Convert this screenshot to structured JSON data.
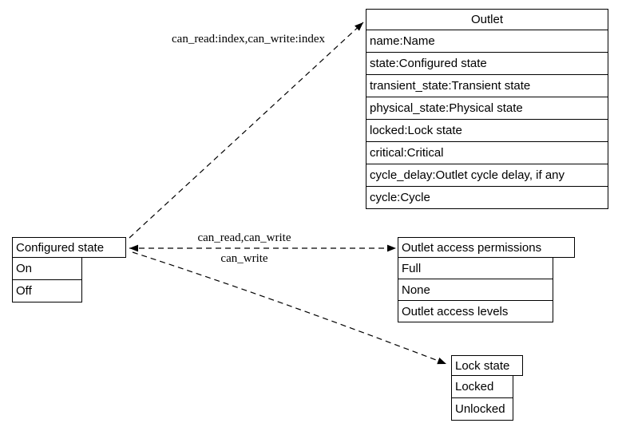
{
  "diagram": {
    "colors": {
      "background": "#ffffff",
      "line": "#000000",
      "text": "#000000"
    },
    "nodes": {
      "outlet": {
        "title": "Outlet",
        "rows": [
          "name:Name",
          "state:Configured state",
          "transient_state:Transient state",
          "physical_state:Physical state",
          "locked:Lock state",
          "critical:Critical",
          "cycle_delay:Outlet cycle delay, if any",
          "cycle:Cycle"
        ]
      },
      "configured_state": {
        "title": "Configured state",
        "rows": [
          "On",
          "Off"
        ]
      },
      "outlet_access_permissions": {
        "title": "Outlet access permissions",
        "rows": [
          "Full",
          "None",
          "Outlet access levels"
        ]
      },
      "lock_state": {
        "title": "Lock state",
        "rows": [
          "Locked",
          "Unlocked"
        ]
      }
    },
    "edges": {
      "outlet_label": "can_read:index,can_write:index",
      "permissions_label": "can_read,can_write",
      "write_label": "can_write"
    }
  }
}
